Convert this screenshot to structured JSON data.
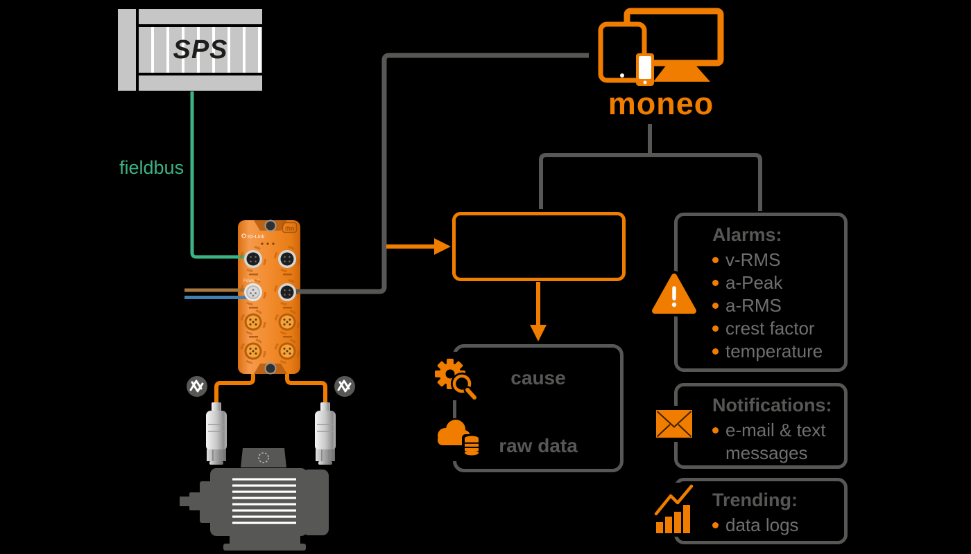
{
  "background_color": "#000000",
  "palette": {
    "orange": "#f07d00",
    "gray": "#575756",
    "text_gray": "#706f6f",
    "green": "#3cb384",
    "blue": "#4080b0",
    "brown": "#a8793f",
    "light_gray": "#c6c6c6"
  },
  "plc": {
    "label": "SPS"
  },
  "fieldbus": {
    "label": "fieldbus"
  },
  "io_link_master": {
    "brand_label": "ifm",
    "io_link_label": "IO-Link",
    "power_port_label": "Power in"
  },
  "moneo": {
    "label": "moneo"
  },
  "cause_box": {
    "cause_label": "cause",
    "raw_data_label": "raw data"
  },
  "alarms_box": {
    "title": "Alarms:",
    "items": [
      "v-RMS",
      "a-Peak",
      "a-RMS",
      "crest factor",
      "temperature"
    ]
  },
  "notifications_box": {
    "title": "Notifications:",
    "items": [
      "e-mail & text messages"
    ]
  },
  "trending_box": {
    "title": "Trending:",
    "items": [
      "data logs"
    ]
  },
  "icons": {
    "devices": "monitor-tablet-phone",
    "warning": "warning-triangle",
    "notifications": "envelope",
    "trending": "bar-chart-trend",
    "cause": "gear-magnifier",
    "raw_data": "cloud-database",
    "vibration": "vibration-wave",
    "machine": "electric-motor",
    "sensors": "vibration-sensor"
  }
}
